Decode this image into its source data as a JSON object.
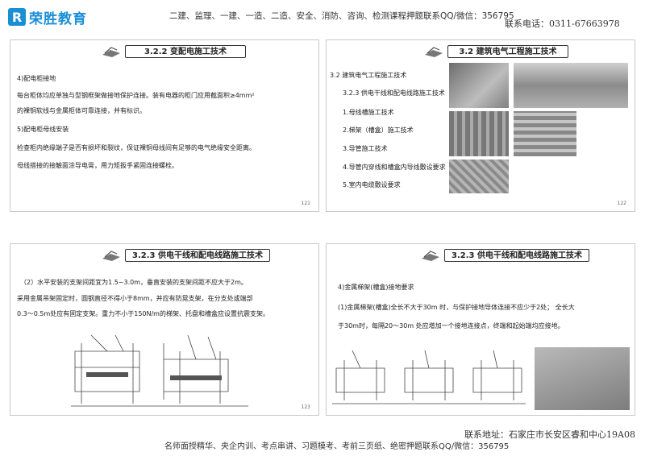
{
  "header": {
    "logo_mark": "R",
    "logo_text": "荣胜教育",
    "top_line": "二建、监理、一建、一造、二造、安全、消防、咨询、检测课程押题联系QQ/微信：356795",
    "phone": "联系电话：0311-67663978"
  },
  "slides": [
    {
      "title": "3.2.2  变配电施工技术",
      "lines": [
        "4)配电柜接地",
        "每台柜体均应单独与型钢框架做接地保护连接。装有电器的柜门应用截面积≥4mm²",
        "的裸铜软线与金属柜体可靠连接，并有标识。",
        "5)配电柜母线安装",
        "检查柜内绝缘端子是否有损坏和裂纹，保证裸铜母线间有足够的电气绝缘安全距离。",
        "母线搭接的接触面涂导电膏，用力矩扳手紧固连接螺栓。"
      ],
      "page_number": "121"
    },
    {
      "title": "3.2  建筑电气工程施工技术",
      "lines": [
        "3.2 建筑电气工程施工技术",
        "3.2.3 供电干线和配电线路施工技术",
        "1.母线槽施工技术",
        "2.梯架（槽盒）施工技术",
        "3.导管施工技术",
        "4.导管内穿线和槽盒内导线敷设要求",
        "5.室内电缆敷设要求"
      ],
      "page_number": "122"
    },
    {
      "title": "3.2.3  供电干线和配电线路施工技术",
      "lines": [
        "（2）水平安装的支架间距宜为1.5~3.0m，垂直安装的支架间距不应大于2m。",
        "采用金属吊架固定时，圆钢直径不得小于8mm，并应有防晃支架，在分支处或端部",
        "0.3～0.5m处应有固定支架。重力不小于150N/m的梯架、托盘和槽盒应设置抗震支架。"
      ],
      "page_number": "123"
    },
    {
      "title": "3.2.3  供电干线和配电线路施工技术",
      "lines": [
        "4)金属梯架(槽盒)接地要求",
        "(1)金属梯架(槽盒)全长不大于30m 时，与保护接地导体连接不应少于2处；  全长大",
        "于30m时，每隔20～30m 处应增加一个接地连接点，终端和起始端均应接地。"
      ],
      "page_number": ""
    }
  ],
  "footer": {
    "address": "联系地址：石家庄市长安区睿和中心19A08",
    "line": "名师面授精华、央企内训、考点串讲、习题模考、考前三页纸、绝密押题联系QQ/微信：356795"
  }
}
